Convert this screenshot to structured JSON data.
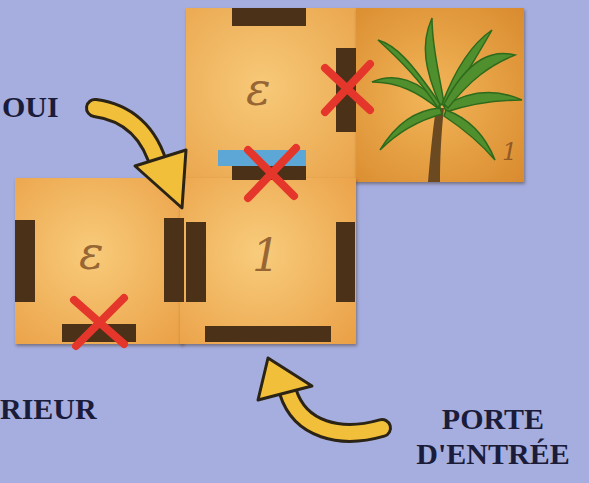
{
  "diagram": {
    "nodes": [
      {
        "text": [
          "ε"
        ]
      },
      {
        "text": [
          "1"
        ]
      },
      {
        "text": [
          "ε"
        ]
      },
      {
        "text": [
          "1"
        ]
      }
    ],
    "labels": [
      "OUI",
      "RIEUR",
      "PORTE D'ENTRÉE"
    ]
  }
}
